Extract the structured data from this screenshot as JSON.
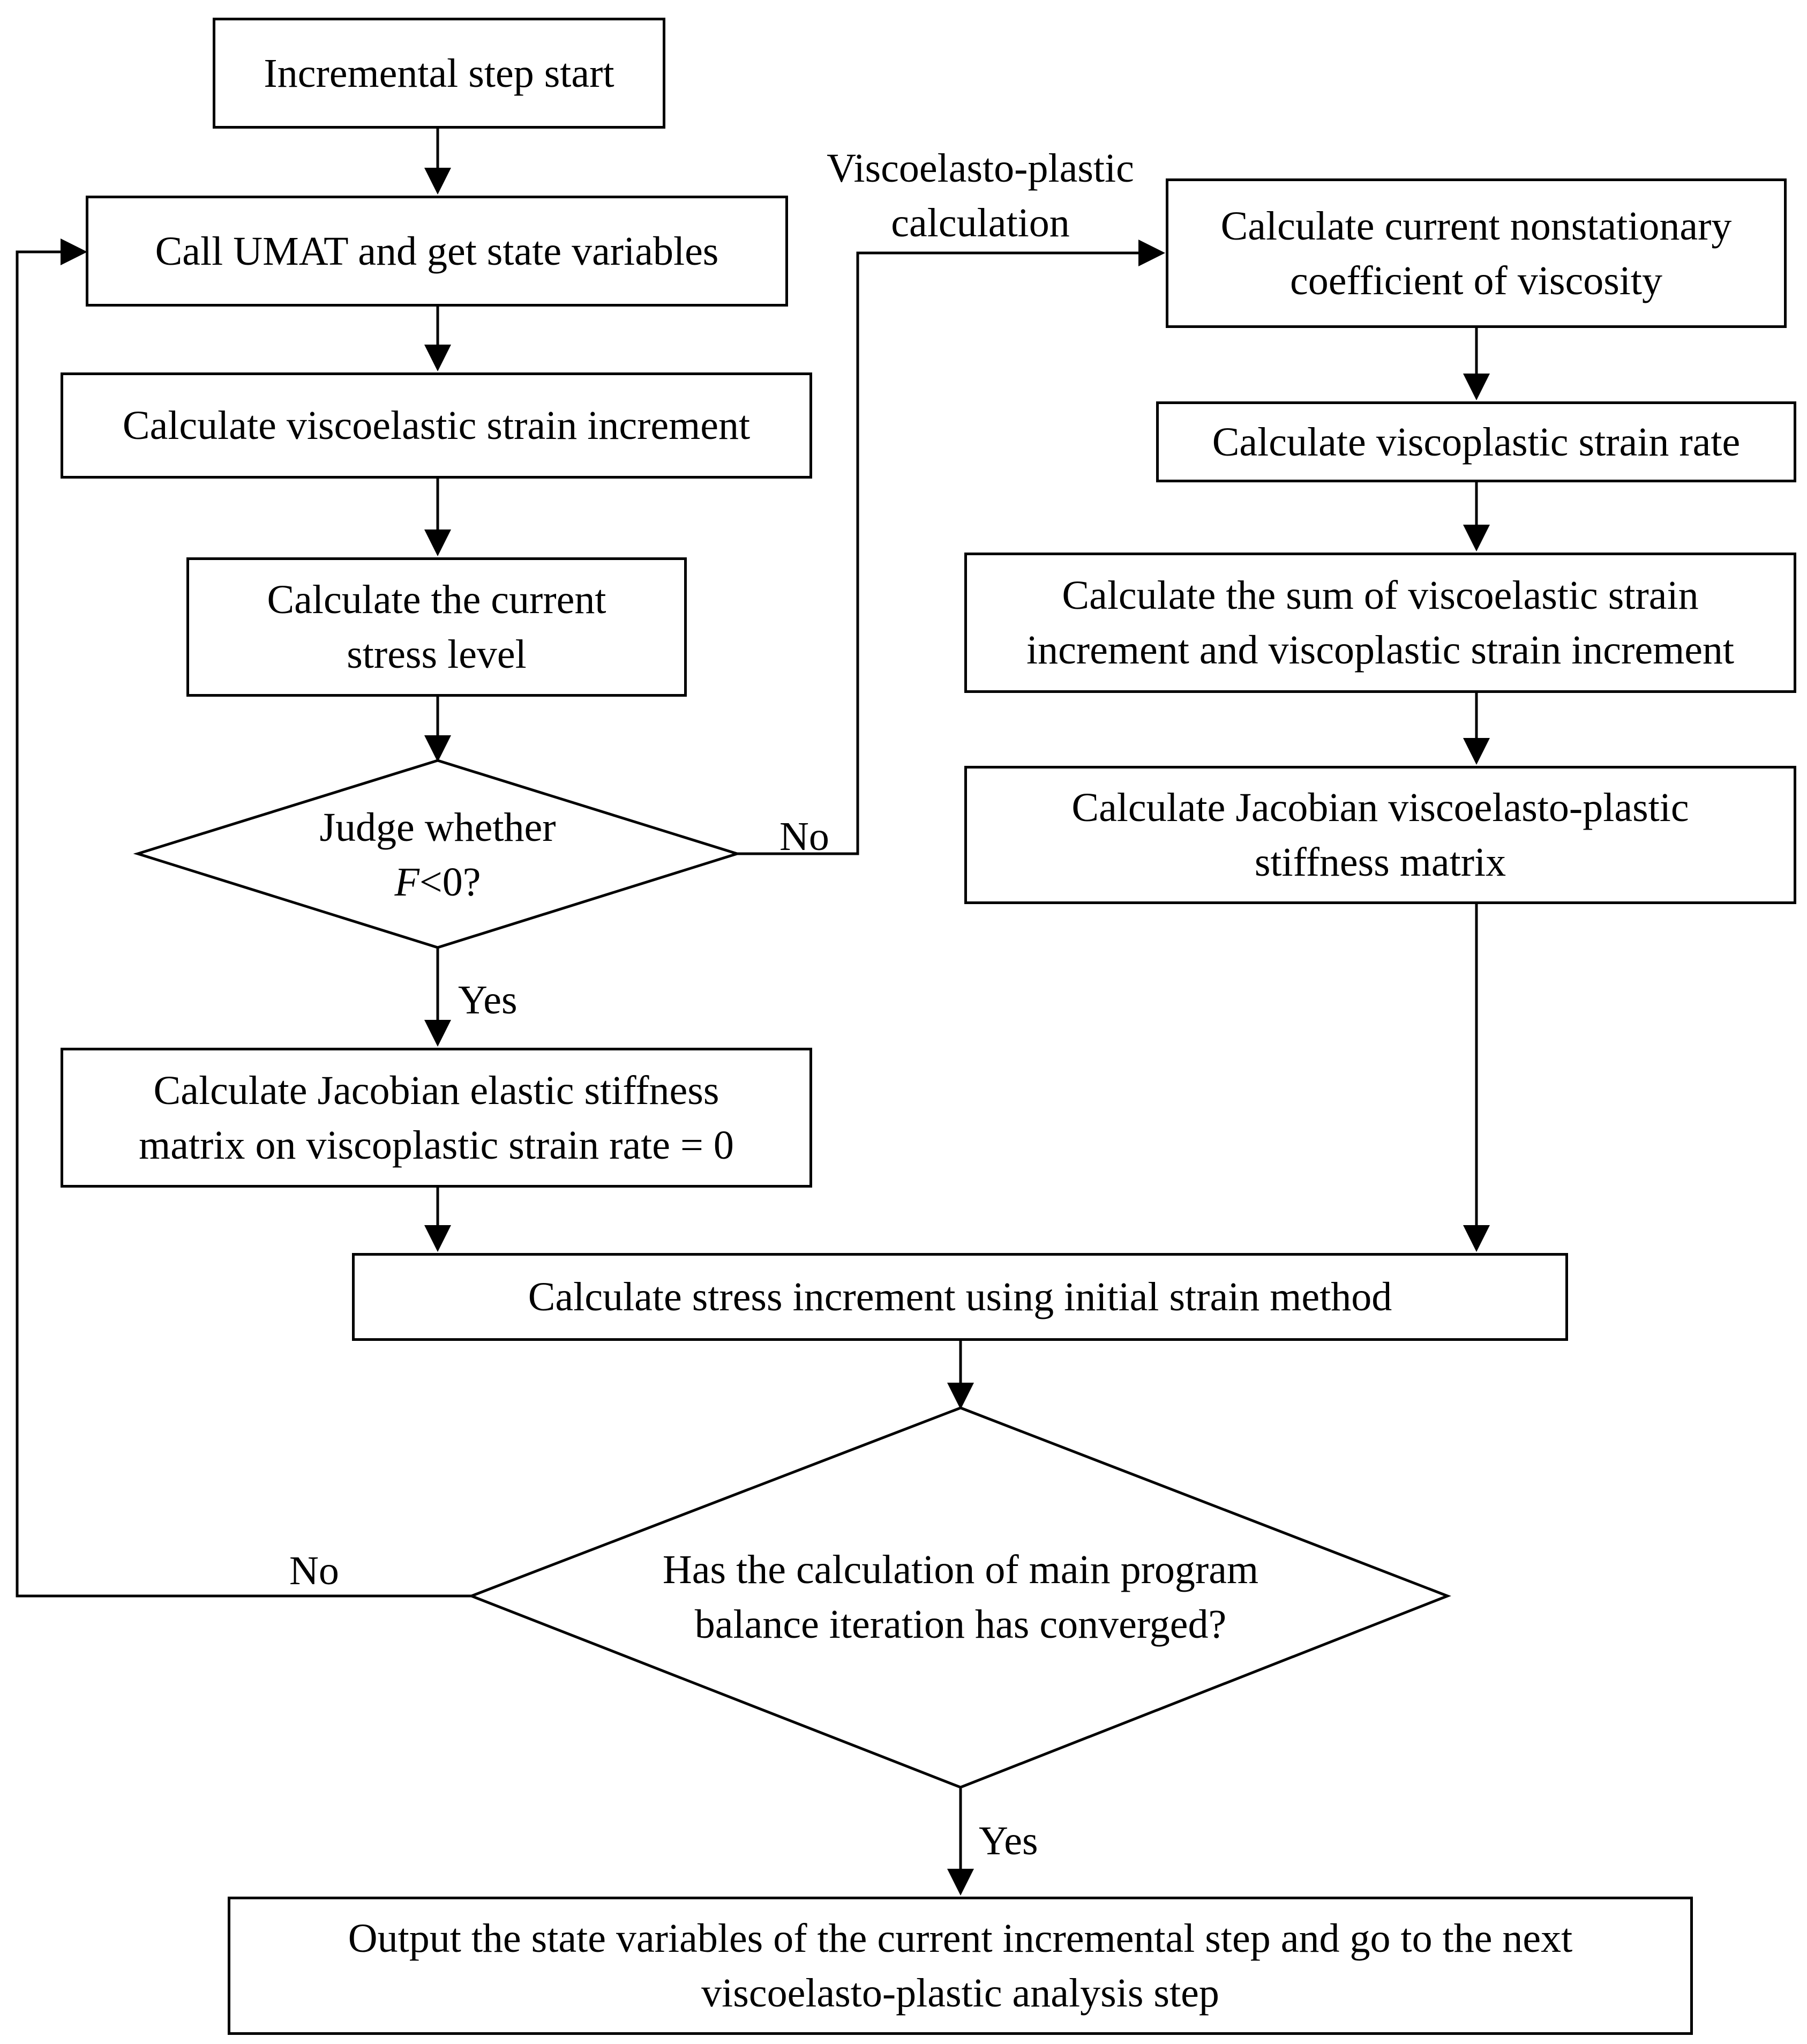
{
  "nodes": {
    "start": {
      "text": "Incremental step start"
    },
    "call_umat": {
      "text": "Call UMAT and get state variables"
    },
    "viscoelastic_increment": {
      "text": "Calculate viscoelastic strain increment"
    },
    "stress_level": {
      "line1": "Calculate the current",
      "line2": "stress level"
    },
    "judge": {
      "line1": "Judge whether",
      "line2_var": "F",
      "line2_rest": "<0?"
    },
    "jacobian_elastic": {
      "line1": "Calculate Jacobian elastic stiffness",
      "line2": "matrix on viscoplastic strain rate = 0"
    },
    "viscosity_coeff": {
      "line1": "Calculate current nonstationary",
      "line2": "coefficient of viscosity"
    },
    "viscoplastic_rate": {
      "text": "Calculate  viscoplastic strain rate"
    },
    "sum_increments": {
      "line1": "Calculate the sum of viscoelastic strain",
      "line2": "increment and viscoplastic strain increment"
    },
    "jacobian_vp": {
      "line1": "Calculate Jacobian viscoelasto-plastic",
      "line2": "stiffness matrix"
    },
    "stress_increment": {
      "text": "Calculate stress increment using  initial strain method"
    },
    "converged": {
      "line1": "Has the calculation of main program",
      "line2": "balance iteration has converged?"
    },
    "output": {
      "line1": "Output the state variables of the current incremental step and go to the next",
      "line2": "viscoelasto-plastic analysis step"
    }
  },
  "edge_labels": {
    "vp_calc_line1": "Viscoelasto-plastic",
    "vp_calc_line2": "calculation",
    "judge_no": "No",
    "judge_yes": "Yes",
    "converged_no": "No",
    "converged_yes": "Yes"
  }
}
